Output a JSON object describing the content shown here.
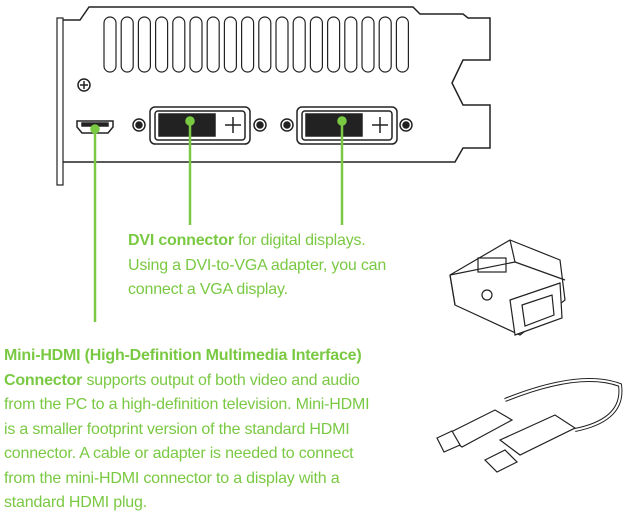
{
  "colors": {
    "accent": "#7ac943",
    "line_art": "#222222"
  },
  "callouts": {
    "dvi": {
      "title": "DVI connector",
      "line1_rest": " for digital displays.",
      "line2": "Using a DVI-to-VGA adapter, you can",
      "line3": "connect a VGA display."
    },
    "hdmi": {
      "title_line1": "Mini-HDMI (High-Definition Multimedia Interface)",
      "title_line2": "Connector",
      "line2_rest": " supports output of both video and audio",
      "line3": "from the PC to a high-definition television. Mini-HDMI",
      "line4": "is a smaller footprint version of the standard HDMI",
      "line5": "connector. A cable or adapter is needed to connect",
      "line6": "from the mini-HDMI connector to a display with a",
      "line7": "standard HDMI plug."
    }
  },
  "illustrations": [
    "graphics-card-bracket",
    "dvi-to-vga-adapter",
    "mini-hdmi-to-hdmi-cable"
  ]
}
